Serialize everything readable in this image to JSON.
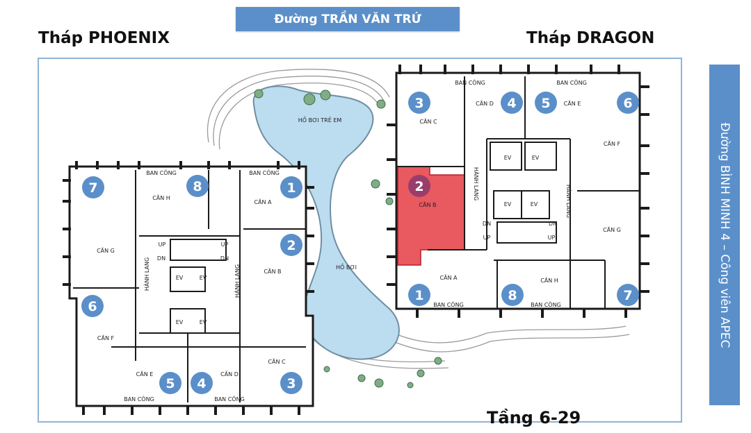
{
  "header": {
    "street_top": "Đường TRẦN VĂN TRỨ",
    "street_right": "Đường BÌNH MINH 4 – Công viên APEC"
  },
  "towers": {
    "left_title": "Tháp PHOENIX",
    "right_title": "Tháp DRAGON"
  },
  "floor_label": "Tầng 6-29",
  "pool_labels": {
    "kids_pool": "HỒ BƠI TRẺ EM",
    "pool": "HỒ BƠI"
  },
  "room_labels": {
    "hallway": "HÀNH LANG",
    "elevator": "EV",
    "stair_up": "UP",
    "stair_down": "DN",
    "balcony": "BAN CÔNG"
  },
  "phoenix_units": [
    {
      "number": "1",
      "name": "CĂN A"
    },
    {
      "number": "2",
      "name": "CĂN B"
    },
    {
      "number": "3",
      "name": "CĂN C"
    },
    {
      "number": "4",
      "name": "CĂN D"
    },
    {
      "number": "5",
      "name": "CĂN E"
    },
    {
      "number": "6",
      "name": "CĂN F"
    },
    {
      "number": "7",
      "name": "CĂN G"
    },
    {
      "number": "8",
      "name": "CĂN H"
    }
  ],
  "dragon_units": [
    {
      "number": "1",
      "name": "CĂN A"
    },
    {
      "number": "2",
      "name": "CĂN B",
      "highlighted": true
    },
    {
      "number": "3",
      "name": "CĂN C"
    },
    {
      "number": "4",
      "name": "CĂN D"
    },
    {
      "number": "5",
      "name": "CĂN E"
    },
    {
      "number": "6",
      "name": "CĂN F"
    },
    {
      "number": "7",
      "name": "CĂN G"
    },
    {
      "number": "8",
      "name": "CĂN H"
    }
  ],
  "colors": {
    "street_bg": "#5b8fc9",
    "badge": "#5b8fc9",
    "highlight": "#e3343d",
    "pool": "#bcdcef",
    "wall": "#1a1a1a"
  }
}
